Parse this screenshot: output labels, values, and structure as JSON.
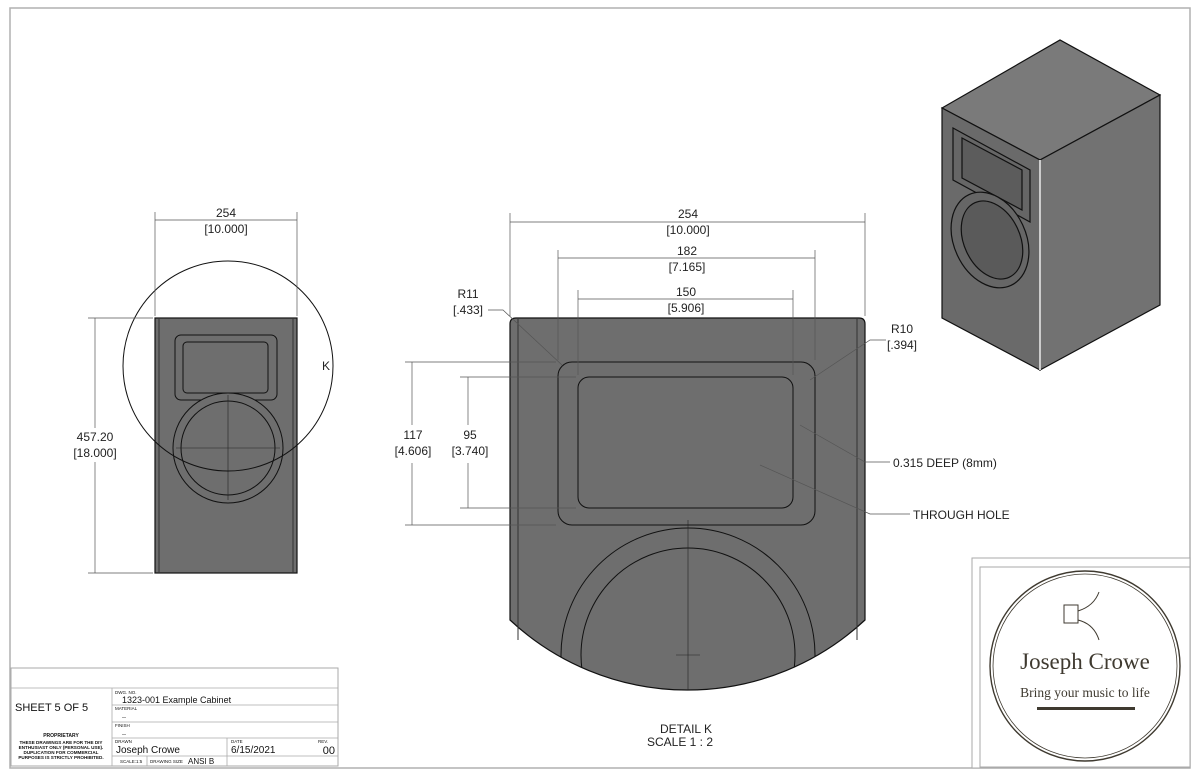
{
  "front_view": {
    "width_dim": "254",
    "width_dim_in": "[10.000]",
    "height_dim": "457.20",
    "height_dim_in": "[18.000]",
    "detail_label": "K"
  },
  "detail_view": {
    "overall_width": "254",
    "overall_width_in": "[10.000]",
    "outer_cut_width": "182",
    "outer_cut_width_in": "[7.165]",
    "hole_width": "150",
    "hole_width_in": "[5.906]",
    "radius_left": "R11",
    "radius_left_in": "[.433]",
    "radius_right": "R10",
    "radius_right_in": "[.394]",
    "outer_cut_height": "117",
    "outer_cut_height_in": "[4.606]",
    "hole_height": "95",
    "hole_height_in": "[3.740]",
    "note_depth": "0.315 DEEP (8mm)",
    "note_hole": "THROUGH HOLE",
    "title": "DETAIL K",
    "scale": "SCALE 1 : 2"
  },
  "title_block": {
    "sheet": "SHEET 5 OF 5",
    "proprietary_heading": "PROPRIETARY",
    "proprietary_lines": [
      "THESE DRAWINGS ARE FOR THE DIY",
      "ENTHUSIAST ONLY (PERSONAL USE).",
      "DUPLICATION FOR COMMERCIAL",
      "PURPOSES IS STRICTLY PROHIBITED."
    ],
    "dwg_no_label": "DWG. NO.",
    "dwg_no": "1323-001 Example Cabinet",
    "material_label": "MATERIAL",
    "material": "--",
    "finish_label": "FINISH",
    "finish": "--",
    "drawn_label": "DRAWN",
    "drawn": "Joseph Crowe",
    "date_label": "DATE",
    "date": "6/15/2021",
    "rev_label": "REV.",
    "rev": "00",
    "scale": "SCALE:1:5",
    "drawing_size_label": "DRAWING SIZE",
    "drawing_size": "ANSI B"
  },
  "logo": {
    "name": "Joseph Crowe",
    "tagline": "Bring your music to life"
  },
  "colors": {
    "part_fill": "#6e6e6e",
    "line": "#111111",
    "logo": "#3f3a30",
    "border": "#b0b0b0"
  }
}
